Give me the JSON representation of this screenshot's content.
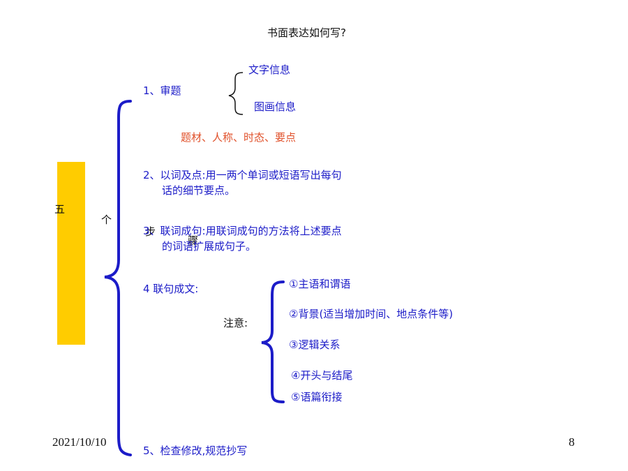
{
  "slide": {
    "title": "书面表达如何写?",
    "side_labels": {
      "five": "五",
      "ge": "个",
      "bu": "步",
      "zhou": "骤"
    },
    "steps": {
      "step1": {
        "label": "1、审题",
        "sub_items": [
          "文字信息",
          "图画信息"
        ],
        "keypoints": "题材、人称、时态、要点"
      },
      "step2": {
        "line1": "2、以词及点:用一两个单词或短语写出每句",
        "line2": "话的细节要点。"
      },
      "step3": {
        "line1": "3、联词成句:用联词成句的方法将上述要点",
        "line2": "的词语扩展成句子。"
      },
      "step4": {
        "label": "4  联句成文:",
        "note_label": "注意:",
        "notes": [
          "①主语和谓语",
          "②背景(适当增加时间、地点条件等)",
          "③逻辑关系",
          "④开头与结尾",
          "⑤语篇衔接"
        ]
      },
      "step5": {
        "label": "5、检查修改,规范抄写"
      }
    },
    "footer": {
      "date": "2021/10/10",
      "page_number": "8"
    }
  },
  "colors": {
    "accent_blue": "#1c1cc8",
    "highlight_orange": "#e0502a",
    "bar_yellow": "#ffcc00",
    "text_black": "#111111"
  }
}
